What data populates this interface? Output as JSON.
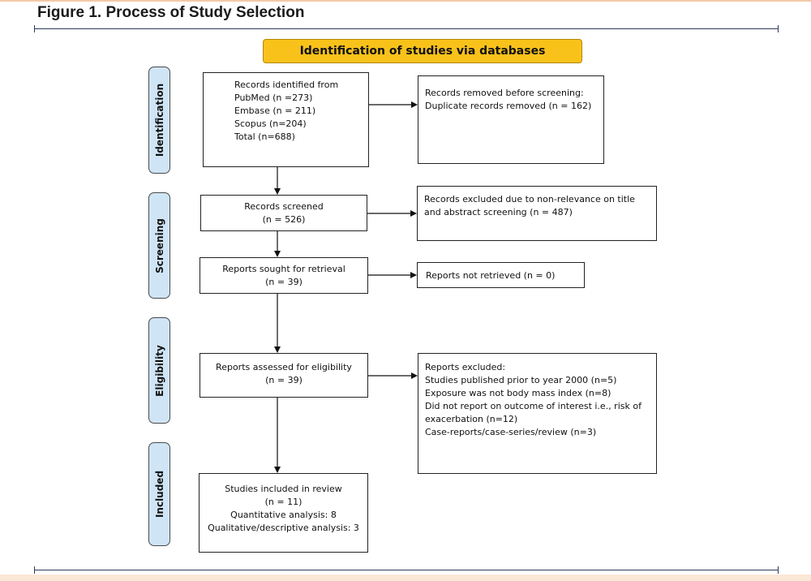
{
  "figure_title": "Figure 1. Process of Study Selection",
  "banner": "Identification of studies via databases",
  "phases": {
    "identification": "Identification",
    "screening": "Screening",
    "eligibility": "Eligibility",
    "included": "Included"
  },
  "records_identified": {
    "lines": [
      "Records identified from",
      "PubMed (n =273)",
      "Embase (n = 211)",
      "Scopus (n=204)",
      "Total (n=688)"
    ]
  },
  "records_removed": {
    "lines": [
      "Records removed before screening:",
      "Duplicate records removed (n = 162)"
    ]
  },
  "records_screened": {
    "lines": [
      "Records screened",
      "(n = 526)"
    ]
  },
  "records_excluded": {
    "lines": [
      "Records excluded due to non-relevance on title",
      "and abstract screening (n = 487)"
    ]
  },
  "reports_sought": {
    "lines": [
      "Reports sought for retrieval",
      "(n = 39)"
    ]
  },
  "reports_not_retrieved": {
    "lines": [
      "Reports not retrieved (n = 0)"
    ]
  },
  "reports_assessed": {
    "lines": [
      "Reports assessed for eligibility",
      "(n = 39)"
    ]
  },
  "reports_excluded": {
    "lines": [
      "Reports excluded:",
      "Studies published prior to year 2000 (n=5)",
      "Exposure was not body mass index (n=8)",
      "Did not report on outcome of interest i.e., risk of",
      "exacerbation (n=12)",
      "Case-reports/case-series/review (n=3)"
    ]
  },
  "studies_included": {
    "lines": [
      "Studies included in review",
      "(n = 11)",
      "Quantitative analysis: 8",
      "Qualitative/descriptive analysis: 3"
    ]
  },
  "colors": {
    "banner": "#f8c21a",
    "phase_fill": "#cfe5f6",
    "rule": "#2c3a5a"
  }
}
